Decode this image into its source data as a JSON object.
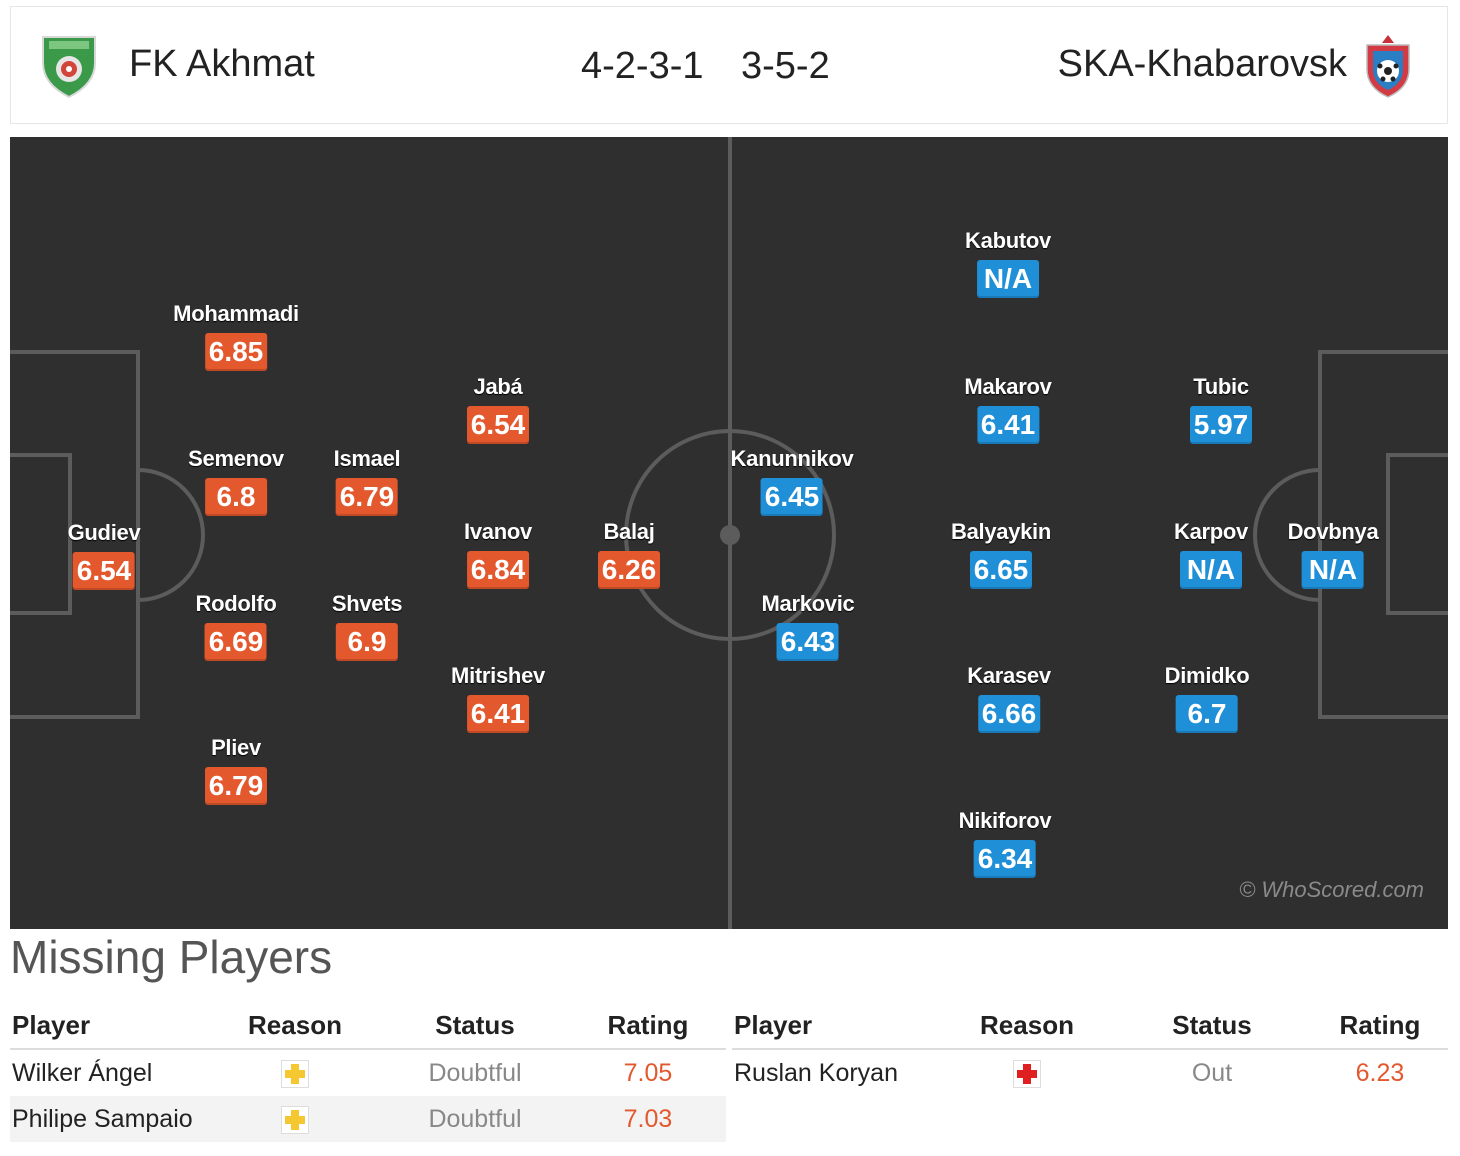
{
  "header": {
    "home_team": "FK Akhmat",
    "home_formation": "4-2-3-1",
    "away_formation": "3-5-2",
    "away_team": "SKA-Khabarovsk"
  },
  "colors": {
    "home_rating": "#e3582d",
    "away_rating": "#1f8fd8",
    "pitch": "#2f2f2f"
  },
  "pitch": {
    "watermark": "© WhoScored.com",
    "home_players": [
      {
        "name": "Gudiev",
        "rating": "6.54"
      },
      {
        "name": "Mohammadi",
        "rating": "6.85"
      },
      {
        "name": "Semenov",
        "rating": "6.8"
      },
      {
        "name": "Rodolfo",
        "rating": "6.69"
      },
      {
        "name": "Pliev",
        "rating": "6.79"
      },
      {
        "name": "Ismael",
        "rating": "6.79"
      },
      {
        "name": "Shvets",
        "rating": "6.9"
      },
      {
        "name": "Jabá",
        "rating": "6.54"
      },
      {
        "name": "Ivanov",
        "rating": "6.84"
      },
      {
        "name": "Mitrishev",
        "rating": "6.41"
      },
      {
        "name": "Balaj",
        "rating": "6.26"
      }
    ],
    "away_players": [
      {
        "name": "Kanunnikov",
        "rating": "6.45"
      },
      {
        "name": "Markovic",
        "rating": "6.43"
      },
      {
        "name": "Kabutov",
        "rating": "N/A"
      },
      {
        "name": "Makarov",
        "rating": "6.41"
      },
      {
        "name": "Balyaykin",
        "rating": "6.65"
      },
      {
        "name": "Karasev",
        "rating": "6.66"
      },
      {
        "name": "Nikiforov",
        "rating": "6.34"
      },
      {
        "name": "Tubic",
        "rating": "5.97"
      },
      {
        "name": "Karpov",
        "rating": "N/A"
      },
      {
        "name": "Dimidko",
        "rating": "6.7"
      },
      {
        "name": "Dovbnya",
        "rating": "N/A"
      }
    ]
  },
  "missing": {
    "title": "Missing Players",
    "columns": [
      "Player",
      "Reason",
      "Status",
      "Rating"
    ],
    "home": [
      {
        "player": "Wilker Ángel",
        "reason_icon": "doubtful-icon",
        "status": "Doubtful",
        "rating": "7.05"
      },
      {
        "player": "Philipe Sampaio",
        "reason_icon": "doubtful-icon",
        "status": "Doubtful",
        "rating": "7.03"
      }
    ],
    "away": [
      {
        "player": "Ruslan Koryan",
        "reason_icon": "injury-icon",
        "status": "Out",
        "rating": "6.23"
      }
    ]
  }
}
